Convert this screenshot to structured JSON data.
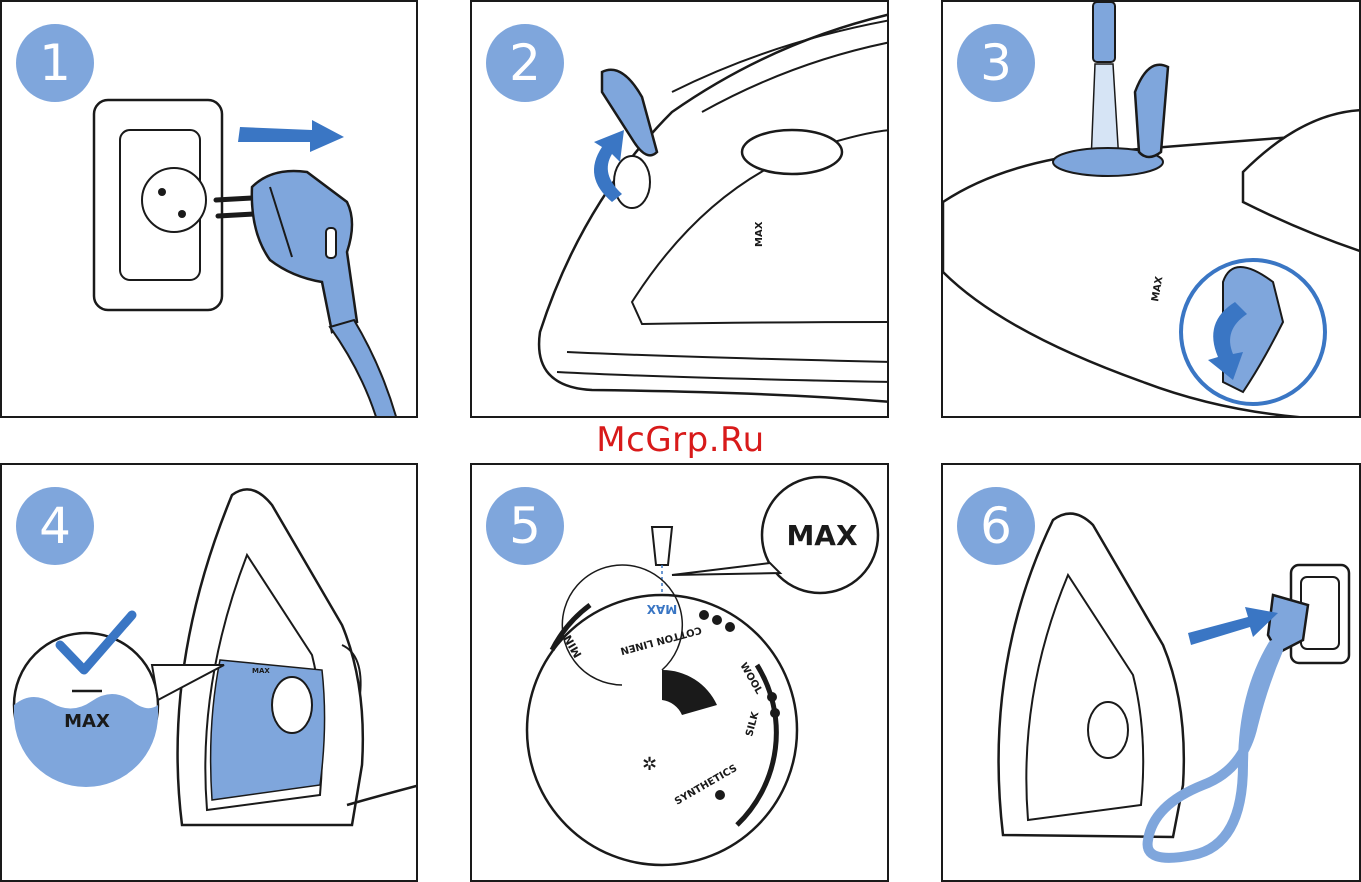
{
  "watermark": "McGrp.Ru",
  "steps": [
    {
      "number": "1"
    },
    {
      "number": "2",
      "max_mark": "MAX"
    },
    {
      "number": "3",
      "max_mark": "MAX"
    },
    {
      "number": "4",
      "max_label": "MAX",
      "max_mark": "MAX"
    },
    {
      "number": "5",
      "callout": "MAX",
      "dial": {
        "max": "MAX",
        "min": "MIN",
        "cotton_linen": "COTTON LINEN",
        "wool": "WOOL",
        "silk": "SILK",
        "synthetics": "SYNTHETICS"
      }
    },
    {
      "number": "6"
    }
  ],
  "colors": {
    "accent_blue": "#7fa6dc",
    "arrow_blue": "#3a76c4",
    "outline": "#1a1a1a",
    "watermark": "#d81a1a"
  }
}
